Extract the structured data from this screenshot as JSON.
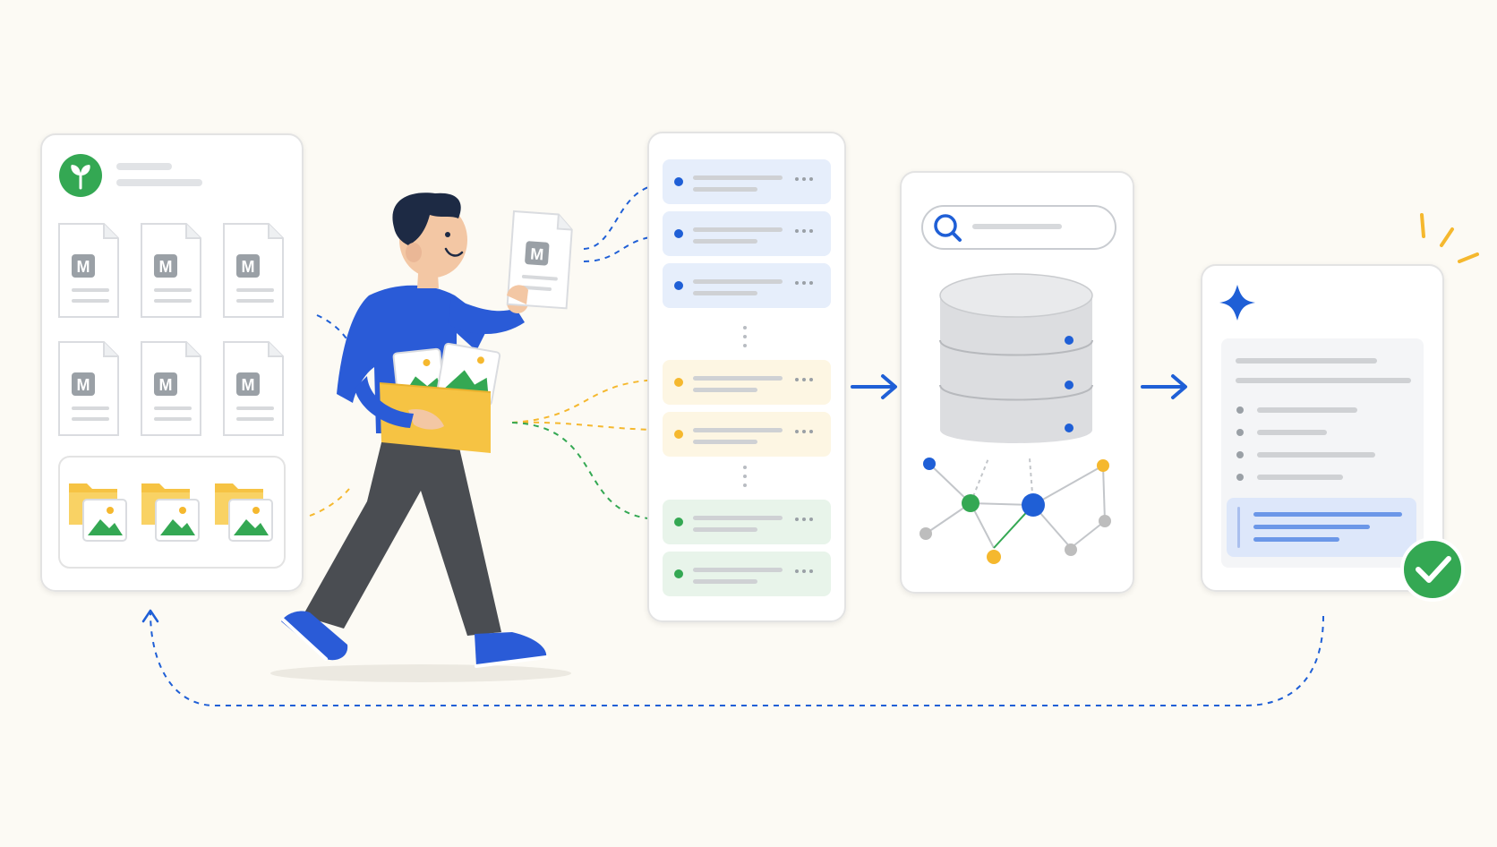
{
  "colors": {
    "background": "#fcfaf4",
    "panel": "#ffffff",
    "panel_border": "#e3e3e3",
    "placeholder_line": "#cfd1d4",
    "blue": "#1f5fd6",
    "blue_light": "#e6eefb",
    "yellow": "#f5b82e",
    "yellow_light": "#fdf6e3",
    "green": "#34a853",
    "green_light": "#e8f4ea",
    "gray_node": "#bdbdbd",
    "doc_badge": "#9aa0a6",
    "folder": "#f6c343",
    "shirt": "#2a5bd7",
    "pants": "#4a4d52",
    "hair": "#1d2a44",
    "skin": "#f3c7a4"
  },
  "source_panel": {
    "brand_icon": "sprout-icon",
    "document_badge": "M",
    "document_icon": "markdown-document-icon",
    "document_count": 6,
    "folder_icon": "image-folder-icon",
    "folder_count": 3
  },
  "person": {
    "held_document_badge": "M",
    "carried_item": "folder-with-images-icon"
  },
  "chunk_list": {
    "groups": [
      {
        "color": "blue",
        "rows": 3
      },
      {
        "color": "yellow",
        "rows": 2
      },
      {
        "color": "green",
        "rows": 2
      }
    ],
    "row_menu_icon": "more-horizontal-icon"
  },
  "index_panel": {
    "search_icon": "search-icon",
    "storage_icon": "database-icon",
    "graph_icon": "knowledge-graph-icon"
  },
  "answer_panel": {
    "brand_icon": "sparkle-icon",
    "status_icon": "check-circle-icon",
    "bullet_count": 4
  },
  "flow_arrows": [
    "arrow-right-icon",
    "arrow-right-icon",
    "feedback-loop-arrow-icon"
  ]
}
